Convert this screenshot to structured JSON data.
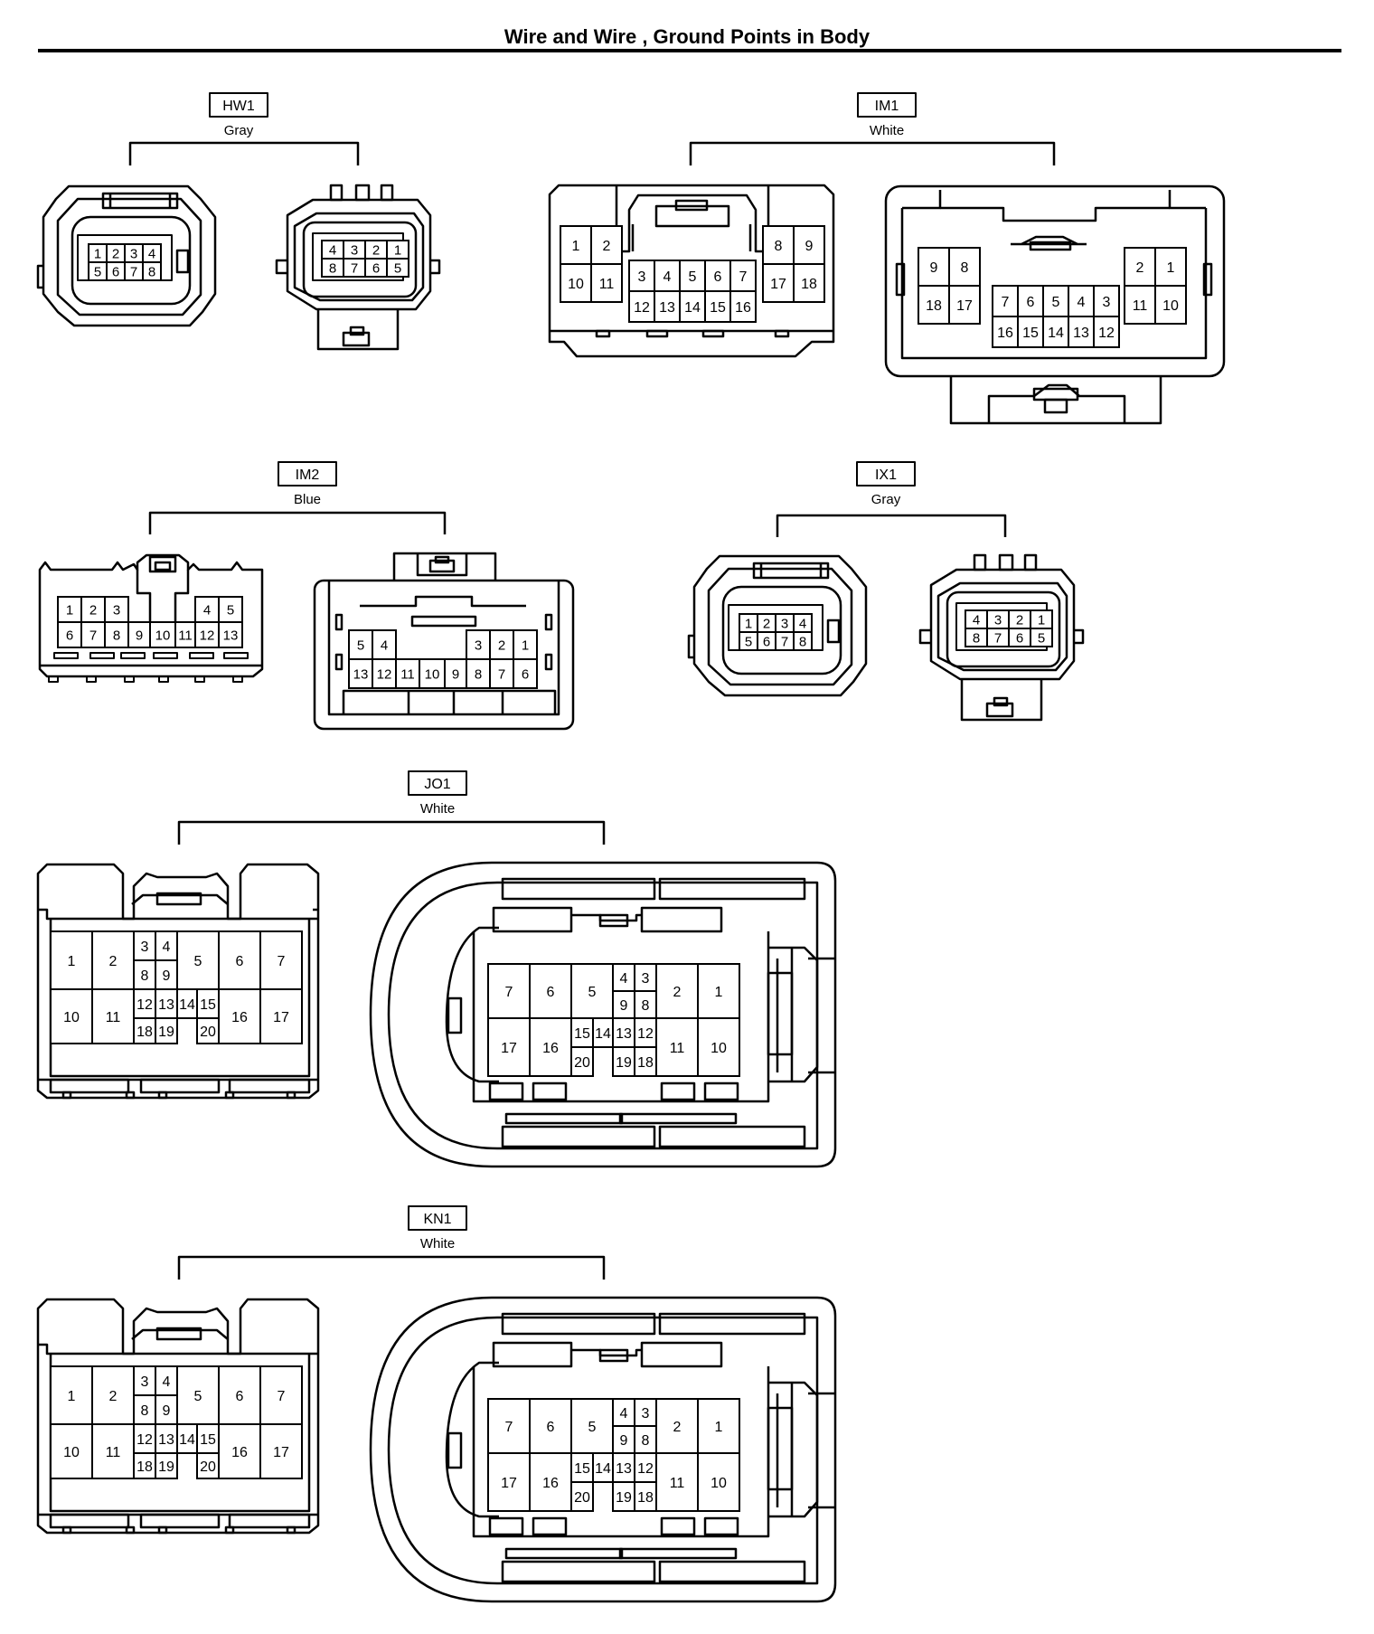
{
  "page": {
    "title": "Wire and Wire , Ground Points in Body"
  },
  "colors": {
    "line": "#000000",
    "background": "#ffffff"
  },
  "connectors": {
    "hw1": {
      "code": "HW1",
      "color": "Gray",
      "left_pins": [
        "1",
        "2",
        "3",
        "4",
        "5",
        "6",
        "7",
        "8"
      ],
      "right_pins": [
        "4",
        "3",
        "2",
        "1",
        "8",
        "7",
        "6",
        "5"
      ]
    },
    "im1": {
      "code": "IM1",
      "color": "White",
      "left_pins": [
        "1",
        "2",
        "10",
        "11",
        "3",
        "4",
        "5",
        "6",
        "7",
        "12",
        "13",
        "14",
        "15",
        "16",
        "8",
        "9",
        "17",
        "18"
      ],
      "right_pins": [
        "9",
        "8",
        "18",
        "17",
        "7",
        "6",
        "5",
        "4",
        "3",
        "16",
        "15",
        "14",
        "13",
        "12",
        "2",
        "1",
        "11",
        "10"
      ]
    },
    "im2": {
      "code": "IM2",
      "color": "Blue",
      "left_pins": [
        "1",
        "2",
        "3",
        "4",
        "5",
        "6",
        "7",
        "8",
        "9",
        "10",
        "11",
        "12",
        "13"
      ],
      "right_pins": [
        "5",
        "4",
        "3",
        "2",
        "1",
        "13",
        "12",
        "11",
        "10",
        "9",
        "8",
        "7",
        "6"
      ]
    },
    "ix1": {
      "code": "IX1",
      "color": "Gray",
      "left_pins": [
        "1",
        "2",
        "3",
        "4",
        "5",
        "6",
        "7",
        "8"
      ],
      "right_pins": [
        "4",
        "3",
        "2",
        "1",
        "8",
        "7",
        "6",
        "5"
      ]
    },
    "jo1": {
      "code": "JO1",
      "color": "White",
      "left_pins": [
        "1",
        "2",
        "3",
        "4",
        "5",
        "6",
        "7",
        "8",
        "9",
        "10",
        "11",
        "12",
        "13",
        "14",
        "15",
        "16",
        "17",
        "18",
        "19",
        "20"
      ],
      "right_pins": [
        "7",
        "6",
        "5",
        "4",
        "3",
        "2",
        "1",
        "9",
        "8",
        "17",
        "16",
        "15",
        "14",
        "13",
        "12",
        "11",
        "10",
        "20",
        "19",
        "18"
      ]
    },
    "kn1": {
      "code": "KN1",
      "color": "White",
      "left_pins": [
        "1",
        "2",
        "3",
        "4",
        "5",
        "6",
        "7",
        "8",
        "9",
        "10",
        "11",
        "12",
        "13",
        "14",
        "15",
        "16",
        "17",
        "18",
        "19",
        "20"
      ],
      "right_pins": [
        "7",
        "6",
        "5",
        "4",
        "3",
        "2",
        "1",
        "9",
        "8",
        "17",
        "16",
        "15",
        "14",
        "13",
        "12",
        "11",
        "10",
        "20",
        "19",
        "18"
      ]
    }
  }
}
